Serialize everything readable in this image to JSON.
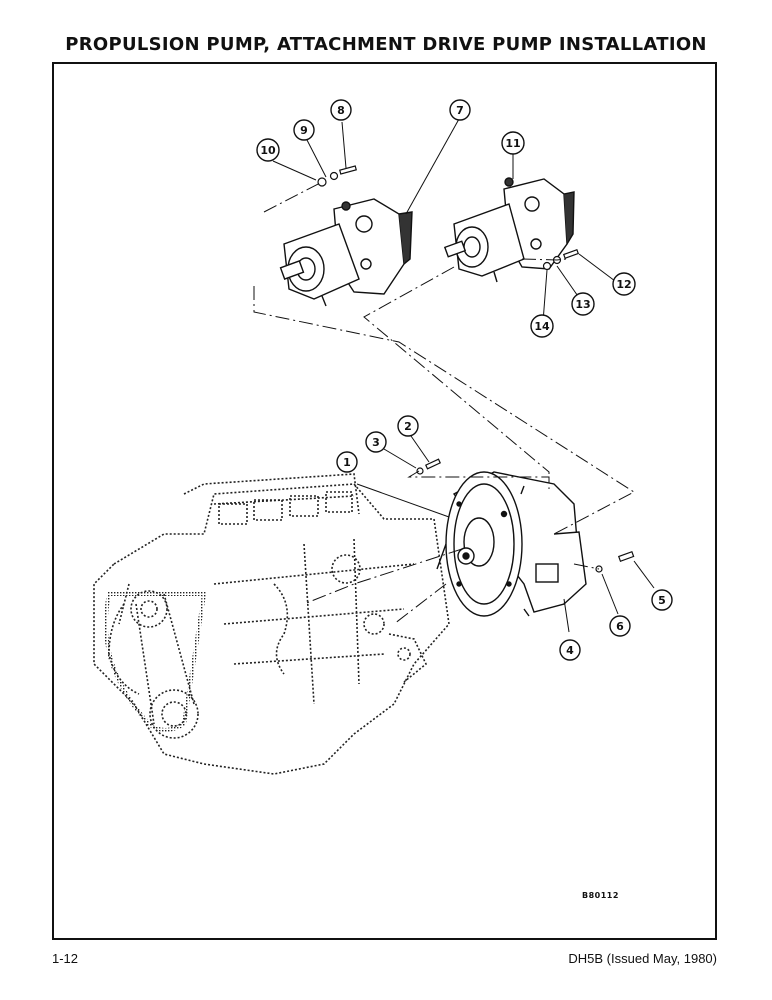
{
  "document": {
    "title": "PROPULSION PUMP, ATTACHMENT DRIVE PUMP INSTALLATION",
    "figure_number": "B80112",
    "page_number": "1-12",
    "doc_id": "DH5B (Issued May, 1980)"
  },
  "callouts": [
    "1",
    "2",
    "3",
    "4",
    "5",
    "6",
    "7",
    "8",
    "9",
    "10",
    "11",
    "12",
    "13",
    "14"
  ]
}
